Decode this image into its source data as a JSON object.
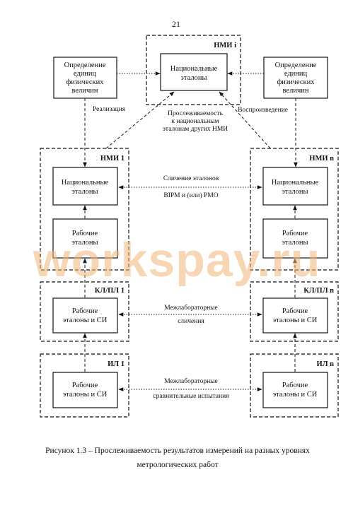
{
  "page_number": "21",
  "watermark": "workspay.ru",
  "groups": {
    "nmi_i": "НМИ i",
    "nmi_1": "НМИ 1",
    "nmi_n": "НМИ n",
    "kl_1": "КЛ/ПЛ 1",
    "kl_n": "КЛ/ПЛ n",
    "il_1": "ИЛ 1",
    "il_n": "ИЛ n"
  },
  "boxes": {
    "def_left": [
      "Определение",
      "единиц",
      "физических",
      "величин"
    ],
    "def_right": [
      "Определение",
      "единиц",
      "физических",
      "величин"
    ],
    "nat_top": [
      "Национальные",
      "эталоны"
    ],
    "nat_left": [
      "Национальные",
      "эталоны"
    ],
    "nat_right": [
      "Национальные",
      "эталоны"
    ],
    "work_left": [
      "Рабочие",
      "эталоны"
    ],
    "work_right": [
      "Рабочие",
      "эталоны"
    ],
    "kl_left": [
      "Рабочие",
      "эталоны и СИ"
    ],
    "kl_right": [
      "Рабочие",
      "эталоны и СИ"
    ],
    "il_left": [
      "Рабочие",
      "эталоны и СИ"
    ],
    "il_right": [
      "Рабочие",
      "эталоны и СИ"
    ]
  },
  "labels": {
    "realization": "Реализация",
    "reproduction": "Воспроизведение",
    "traceability": [
      "Прослеживаемость",
      "к национальным",
      "эталонам других НМИ"
    ],
    "comparison": [
      "Сличение эталонов",
      "BIPM и (или) РМО"
    ],
    "interlab": [
      "Межлабораторные",
      "сличения"
    ],
    "proficiency": [
      "Межлабораторные",
      "сравнительные испытания"
    ]
  },
  "caption": [
    "Рисунок 1.3 – Прослеживаемость результатов измерений на разных уровнях",
    "метрологических работ"
  ]
}
